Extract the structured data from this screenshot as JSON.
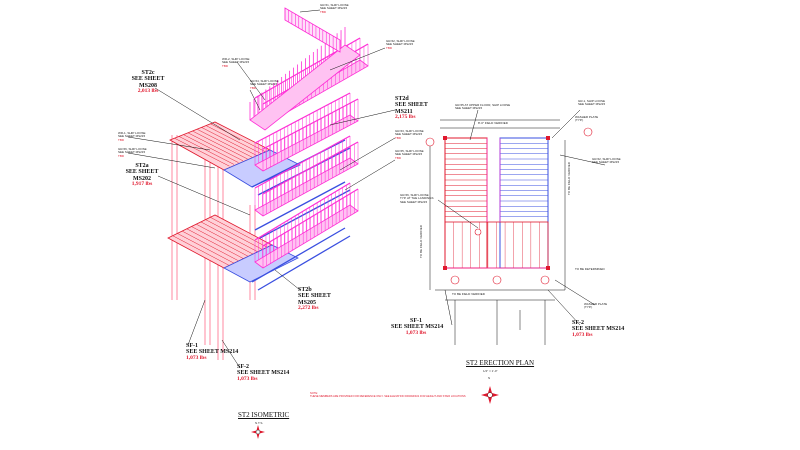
{
  "isometric": {
    "title": "ST2 ISOMETRIC",
    "scale": "N.T.S.",
    "callouts": [
      {
        "id": "st2c",
        "name": "ST2c",
        "sheet": "SEE SHEET",
        "ref": "MS208",
        "weight": "2,013 lbs"
      },
      {
        "id": "st2a",
        "name": "ST2a",
        "sheet": "SEE SHEET",
        "ref": "MS202",
        "weight": "1,917 lbs"
      },
      {
        "id": "st2d",
        "name": "ST2d",
        "sheet": "SEE SHEET",
        "ref": "MS211",
        "weight": "2,175 lbs"
      },
      {
        "id": "st2b",
        "name": "ST2b",
        "sheet": "SEE SHEET",
        "ref": "MS205",
        "weight": "2,272 lbs"
      },
      {
        "id": "sf1",
        "name": "SF-1",
        "sheet": "SEE SHEET",
        "ref": "MS214",
        "weight": "1,073 lbs"
      },
      {
        "id": "sf2",
        "name": "SF-2",
        "sheet": "SEE SHEET MS214",
        "ref": "",
        "weight": "1,073 lbs"
      }
    ],
    "notes": [
      {
        "id": "n1",
        "lines": [
          "GR-51, SHIP LOOSE",
          "SEE SHEET MS215"
        ],
        "weight": "TBD"
      },
      {
        "id": "n2",
        "lines": [
          "GR-52, SHIP LOOSE",
          "SEE SHEET MS215"
        ],
        "weight": "TBD"
      },
      {
        "id": "n3",
        "lines": [
          "WR-2, SHIP LOOSE",
          "SEE SHEET MS215"
        ],
        "weight": "TBD"
      },
      {
        "id": "n4",
        "lines": [
          "GR-54, SHIP LOOSE",
          "SEE SHEET MS215"
        ],
        "weight": "TBD"
      },
      {
        "id": "n5",
        "lines": [
          "GR-53, SHIP LOOSE",
          "SEE SHEET MS215"
        ],
        "weight": "TBD"
      },
      {
        "id": "n6",
        "lines": [
          "GR-55, SHIP LOOSE",
          "SEE SHEET MS215"
        ],
        "weight": "TBD"
      },
      {
        "id": "n7",
        "lines": [
          "WR-1, SHIP LOOSE",
          "SEE SHEET MS215"
        ],
        "weight": "TBD"
      },
      {
        "id": "n8",
        "lines": [
          "GR-56, SHIP LOOSE",
          "SEE SHEET MS215"
        ],
        "weight": "TBD"
      }
    ],
    "footnote": [
      "NOTE:",
      "THESE MEMBERS ARE PROVIDED FOR REFERENCE ONLY. SEE ELEVATION DRAWINGS FOR HEIGHT AND STAIR LOCATIONS"
    ]
  },
  "plan": {
    "title": "ST2 ERECTION PLAN",
    "scale": "1/4\" = 1'-0\"",
    "north": "N",
    "callouts": [
      {
        "id": "psf1",
        "name": "SF-1",
        "sheet": "SEE SHEET",
        "ref": "MS214",
        "weight": "1,073 lbs"
      },
      {
        "id": "psf2",
        "name": "SF-2",
        "sheet": "SEE SHEET MS214",
        "ref": "",
        "weight": "1,073 lbs"
      }
    ],
    "notes": [
      {
        "id": "p1",
        "lines": [
          "GR-55 AT UPPER FLOOR, SHIP LOOSE",
          "SEE SHEET MS215"
        ]
      },
      {
        "id": "p2",
        "lines": [
          "GR-1, SHIP LOOSE",
          "SEE SHEET MS215"
        ]
      },
      {
        "id": "p3",
        "lines": [
          "WASHER PLATE",
          "(TYP.)"
        ]
      },
      {
        "id": "p4",
        "lines": [
          "GR-52, SHIP LOOSE",
          "SEE SHEET MS215"
        ]
      },
      {
        "id": "p5",
        "lines": [
          "GR-56, SHIP LOOSE",
          "TYP. AT THE LANDINGS",
          "SEE SHEET MS215"
        ]
      },
      {
        "id": "p6",
        "lines": [
          "WASHER PLATE",
          "(TYP.)"
        ]
      }
    ],
    "dims": [
      "8'-0\" FIELD VERIFIED",
      "TO BE FIELD VERIFIED",
      "TO BE FIELD VERIFIED",
      "TO BE FIELD VERIFIED",
      "TO BE DETERMINED"
    ]
  },
  "colors": {
    "magenta": "#ff2fd6",
    "red": "#e0182d",
    "blue": "#3a4fe0",
    "pink": "#ff9bb0",
    "ink": "#111111"
  }
}
